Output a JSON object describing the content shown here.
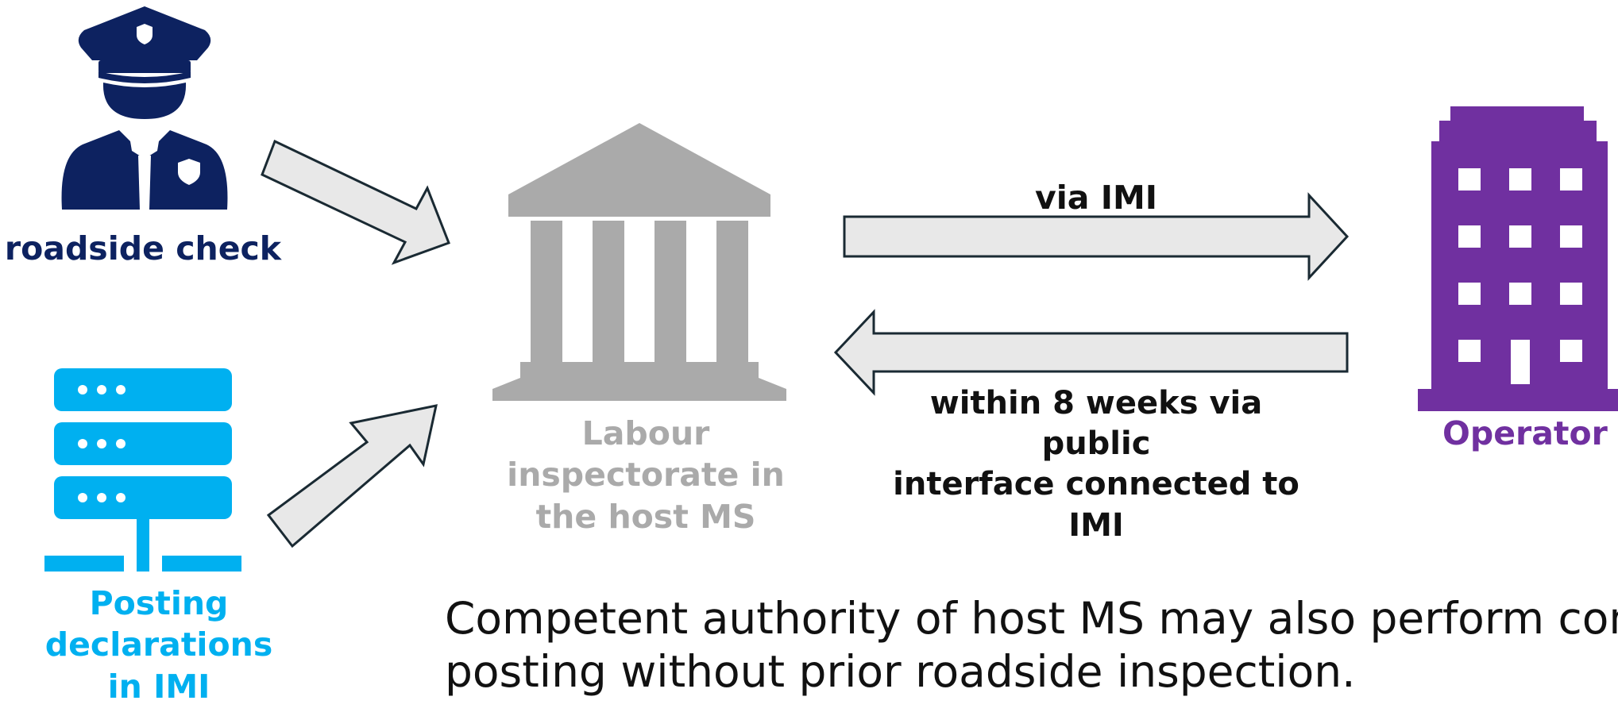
{
  "colors": {
    "officer": "#0d2260",
    "server": "#00b0f0",
    "building": "#aaaaaa",
    "labour_text": "#aaaaaa",
    "operator": "#7030a0",
    "arrow_fill": "#e8e8e8",
    "arrow_stroke": "#1a2a33",
    "text_dark": "#111111"
  },
  "icons": {
    "officer": "police-officer-icon",
    "server": "server-rack-icon",
    "authority": "government-building-icon",
    "operator": "office-building-icon"
  },
  "labels": {
    "roadside_check": "roadside check",
    "posting_declarations": "Posting\ndeclarations\nin IMI",
    "labour_inspectorate": "Labour\ninspectorate in\nthe host MS",
    "operator": "Operator",
    "via_imi": "via IMI",
    "within_weeks": "within 8 weeks via public\ninterface connected to IMI"
  },
  "note": "Competent authority of host MS may also perform con\nposting without prior roadside inspection."
}
